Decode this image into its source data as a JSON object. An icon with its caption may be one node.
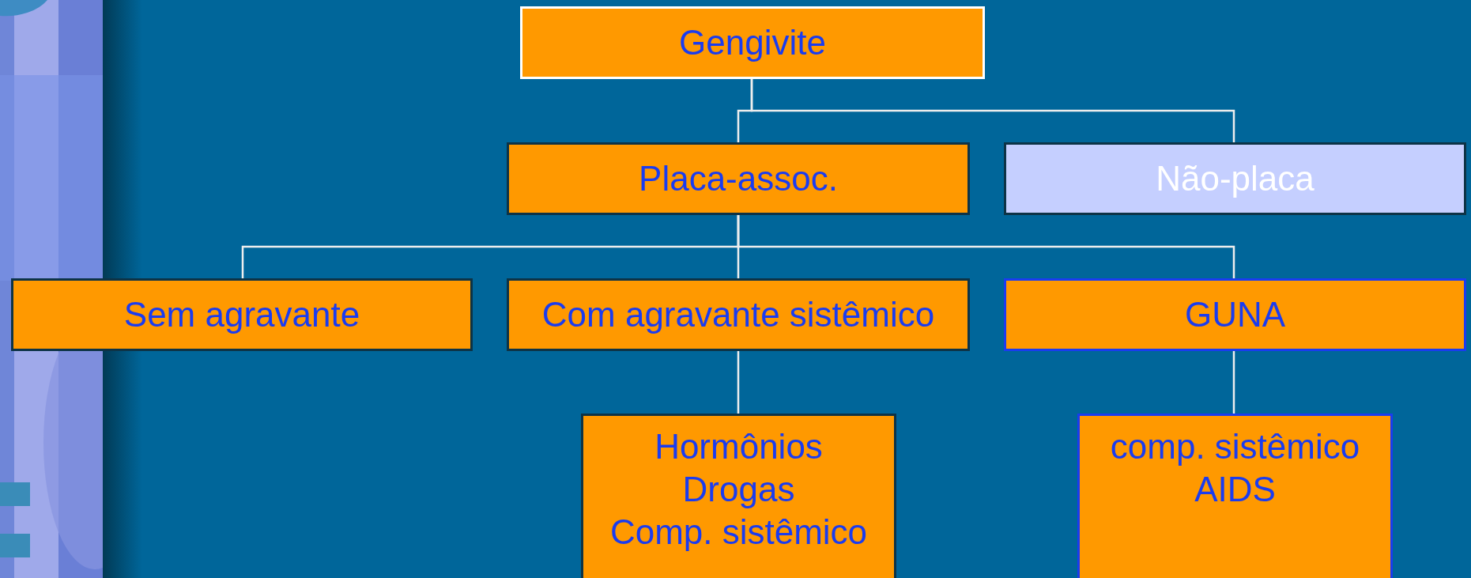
{
  "diagram": {
    "nodes": [
      {
        "text": [
          "Gengivite"
        ]
      },
      {
        "text": [
          "Placa-assoc."
        ]
      },
      {
        "text": [
          "Não-placa"
        ]
      },
      {
        "text": [
          "Sem agravante"
        ]
      },
      {
        "text": [
          "Com agravante sistêmico"
        ]
      },
      {
        "text": [
          "GUNA"
        ]
      },
      {
        "text": [
          "Hormônios",
          "Drogas",
          "Comp. sistêmico"
        ]
      },
      {
        "text": [
          "comp. sistêmico",
          "AIDS"
        ]
      }
    ],
    "edges": [
      {
        "from": 0,
        "to": 1,
        "arrow": "none"
      },
      {
        "from": 0,
        "to": 2,
        "arrow": "none"
      },
      {
        "from": 1,
        "to": 3,
        "arrow": "none"
      },
      {
        "from": 1,
        "to": 4,
        "arrow": "none"
      },
      {
        "from": 1,
        "to": 5,
        "arrow": "none"
      },
      {
        "from": 4,
        "to": 6,
        "arrow": "none"
      },
      {
        "from": 5,
        "to": 7,
        "arrow": "none"
      }
    ]
  }
}
